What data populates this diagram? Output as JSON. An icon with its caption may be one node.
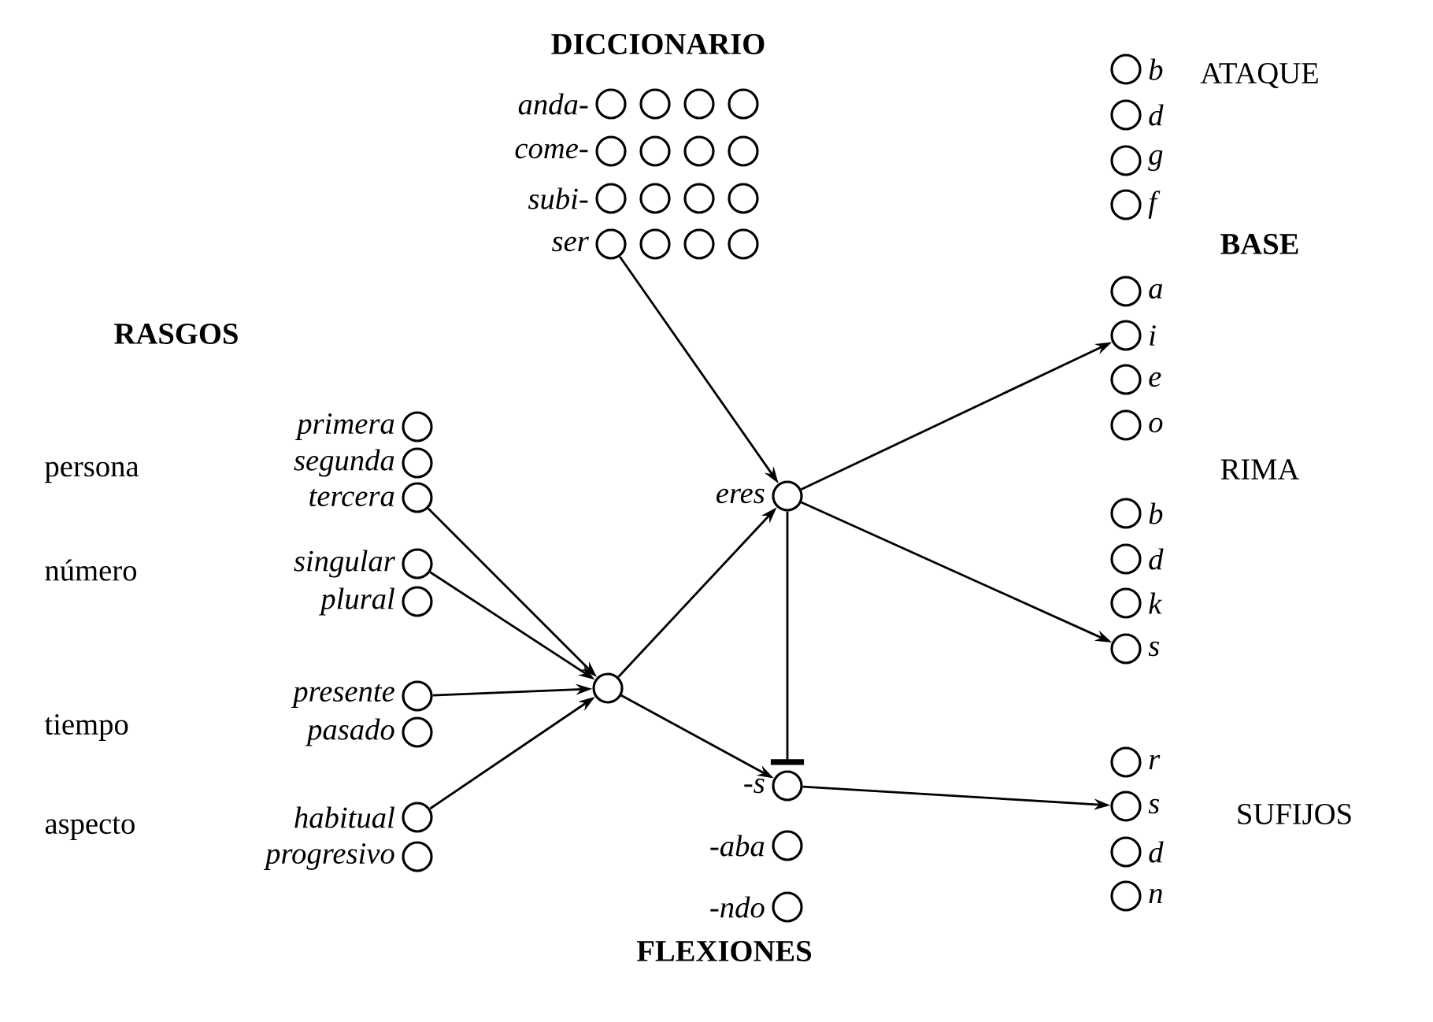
{
  "diagram": {
    "nodes": [
      {
        "text": [
          "anda-"
        ]
      },
      {
        "text": [],
        "shape": "circle"
      },
      {
        "text": [],
        "shape": "circle"
      },
      {
        "text": [],
        "shape": "circle"
      },
      {
        "text": [
          "come-"
        ]
      },
      {
        "text": [],
        "shape": "circle"
      },
      {
        "text": [],
        "shape": "circle"
      },
      {
        "text": [],
        "shape": "circle"
      },
      {
        "text": [
          "subi-"
        ]
      },
      {
        "text": [],
        "shape": "circle"
      },
      {
        "text": [],
        "shape": "circle"
      },
      {
        "text": [],
        "shape": "circle"
      },
      {
        "text": [
          "ser"
        ]
      },
      {
        "text": [],
        "shape": "circle"
      },
      {
        "text": [],
        "shape": "circle"
      },
      {
        "text": [],
        "shape": "circle"
      },
      {
        "text": [
          "b"
        ]
      },
      {
        "text": [
          "d"
        ]
      },
      {
        "text": [
          "g"
        ]
      },
      {
        "text": [
          "f"
        ]
      },
      {
        "text": [
          "a"
        ]
      },
      {
        "text": [
          "i"
        ]
      },
      {
        "text": [
          "e"
        ]
      },
      {
        "text": [
          "o"
        ]
      },
      {
        "text": [
          "b"
        ]
      },
      {
        "text": [
          "d"
        ]
      },
      {
        "text": [
          "k"
        ]
      },
      {
        "text": [
          "s"
        ]
      },
      {
        "text": [
          "r"
        ]
      },
      {
        "text": [
          "s"
        ]
      },
      {
        "text": [
          "d"
        ]
      },
      {
        "text": [
          "n"
        ]
      },
      {
        "text": [
          "primera"
        ]
      },
      {
        "text": [
          "segunda"
        ]
      },
      {
        "text": [
          "tercera"
        ]
      },
      {
        "text": [
          "singular"
        ]
      },
      {
        "text": [
          "plural"
        ]
      },
      {
        "text": [
          "presente"
        ]
      },
      {
        "text": [
          "pasado"
        ]
      },
      {
        "text": [
          "habitual"
        ]
      },
      {
        "text": [
          "progresivo"
        ]
      },
      {
        "text": [],
        "shape": "circle"
      },
      {
        "text": [
          "eres"
        ]
      },
      {
        "text": [
          "-s"
        ]
      },
      {
        "text": [
          "-aba"
        ]
      },
      {
        "text": [
          "-ndo"
        ]
      }
    ],
    "edges": [
      {
        "from": 12,
        "to": 42,
        "arrow": "to"
      },
      {
        "from": 42,
        "to": 21,
        "arrow": "to"
      },
      {
        "from": 42,
        "to": 27,
        "arrow": "to"
      },
      {
        "from": 42,
        "to": 43,
        "arrow": "other"
      },
      {
        "from": 34,
        "to": 41,
        "arrow": "to"
      },
      {
        "from": 35,
        "to": 41,
        "arrow": "to"
      },
      {
        "from": 37,
        "to": 41,
        "arrow": "to"
      },
      {
        "from": 39,
        "to": 41,
        "arrow": "to"
      },
      {
        "from": 41,
        "to": 42,
        "arrow": "to"
      },
      {
        "from": 41,
        "to": 43,
        "arrow": "to"
      },
      {
        "from": 43,
        "to": 29,
        "arrow": "to"
      }
    ],
    "labels": [
      "DICCIONARIO",
      "ATAQUE",
      "BASE",
      "RASGOS",
      "RIMA",
      "persona",
      "número",
      "tiempo",
      "aspecto",
      "SUFIJOS",
      "FLEXIONES"
    ]
  }
}
